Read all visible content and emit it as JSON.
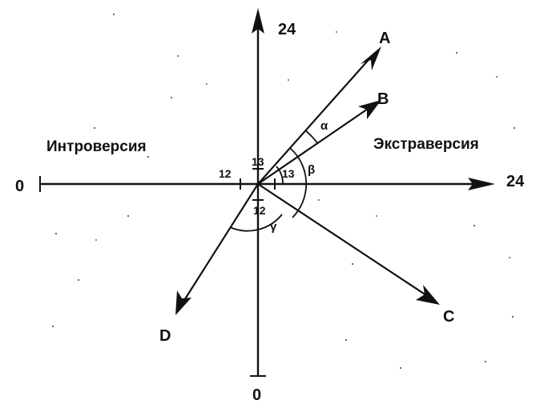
{
  "axes": {
    "horizontal": {
      "min_label": "0",
      "max_label": "24"
    },
    "vertical": {
      "min_label": "0",
      "max_label": "24"
    },
    "left_region_label": "Интроверсия",
    "right_region_label": "Экстраверсия"
  },
  "center_ticks": {
    "left": "12",
    "top": "13",
    "right": "13",
    "bottom": "12"
  },
  "vectors": [
    {
      "label": "A"
    },
    {
      "label": "B"
    },
    {
      "label": "C"
    },
    {
      "label": "D"
    }
  ],
  "angles": {
    "alpha": "α",
    "beta": "β",
    "gamma": "γ"
  }
}
